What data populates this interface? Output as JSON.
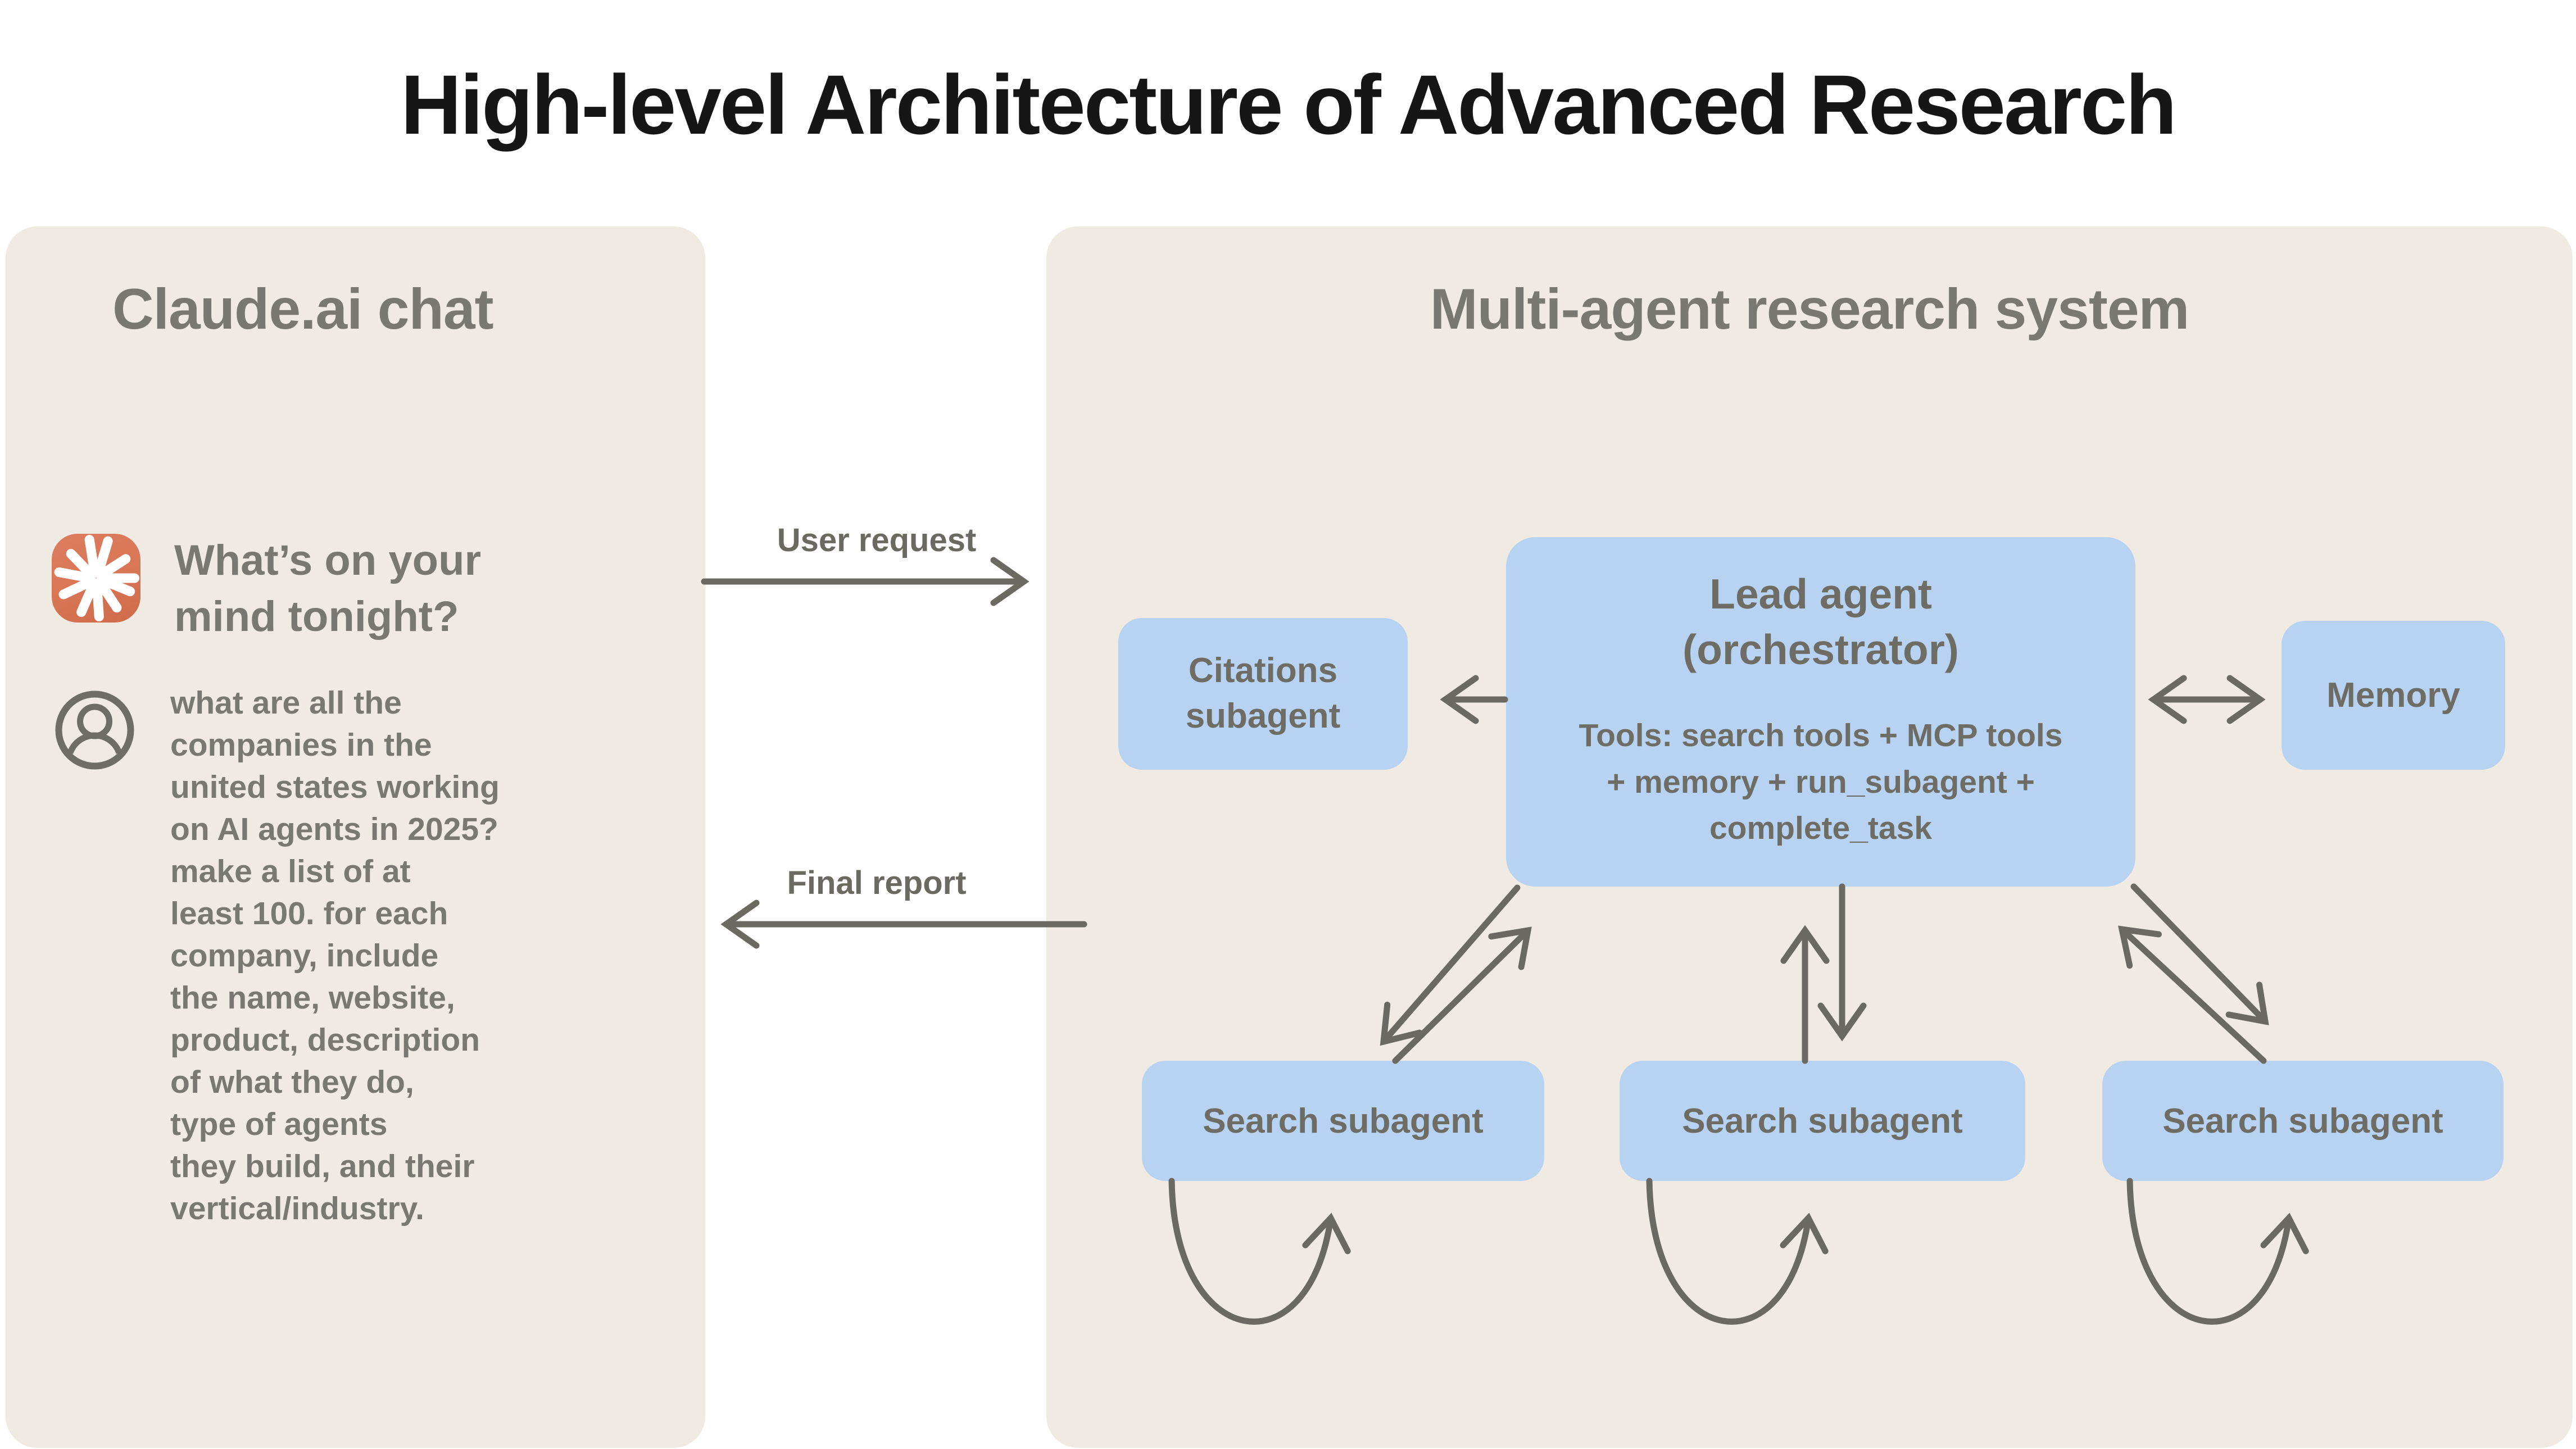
{
  "title": "High-level Architecture of Advanced Research",
  "colors": {
    "background": "#FFFFFF",
    "panel_bg": "#EFEBE3",
    "box_blue": "#B7D3F1",
    "text_gray": "#7A7971",
    "box_text_gray": "#6E6D65",
    "arrow_gray": "#6B6A62",
    "claude_orange": "#D97757",
    "title_color": "#161616"
  },
  "left_panel": {
    "header": "Claude.ai chat",
    "icons": {
      "claude": "claude-spark-starburst",
      "user": "person-in-circle"
    },
    "assistant_message": "What’s on your\nmind tonight?",
    "user_query": "what are all the\ncompanies in the\nunited states working\non AI agents in 2025?\nmake a list of at\nleast 100. for each\ncompany, include\nthe name, website,\nproduct, description\nof what they do,\ntype of agents\nthey build, and their\nvertical/industry."
  },
  "flow": {
    "user_request_label": "User request",
    "final_report_label": "Final report"
  },
  "right_panel": {
    "header": "Multi-agent research system",
    "lead_agent": {
      "title": "Lead agent\n(orchestrator)",
      "tools": "Tools: search tools + MCP tools\n+ memory + run_subagent +\ncomplete_task"
    },
    "citations_agent": "Citations\nsubagent",
    "memory_agent": "Memory",
    "search_agents": [
      "Search subagent",
      "Search subagent",
      "Search subagent"
    ]
  }
}
